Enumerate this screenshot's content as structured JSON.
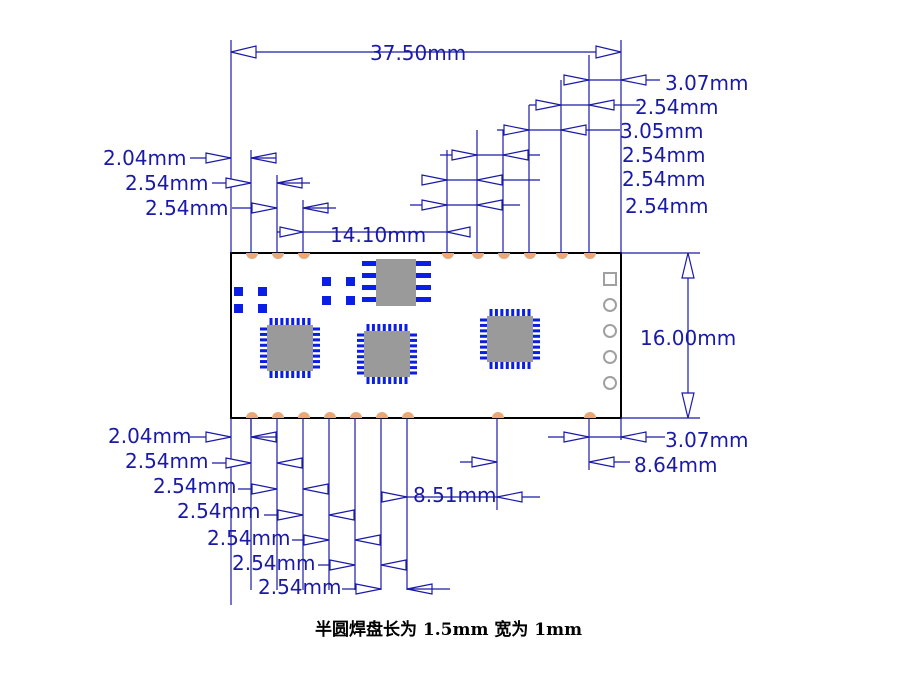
{
  "title_caption": "半圆焊盘长为 1.5mm  宽为 1mm",
  "colors": {
    "dimension": "#1a1aa6",
    "board_outline": "#000000",
    "pad_blue": "#0a1ee6",
    "pad_gold": "#e8a878",
    "chip_body": "#9a9a9a",
    "through_hole": "#a0a0a0"
  },
  "dimensions": {
    "overall_width": "37.50mm",
    "height": "16.00mm",
    "top_mid_span": "14.10mm",
    "top_left": [
      "2.04mm",
      "2.54mm",
      "2.54mm"
    ],
    "top_right": [
      "3.07mm",
      "2.54mm",
      "3.05mm",
      "2.54mm",
      "2.54mm",
      "2.54mm"
    ],
    "bottom_left": [
      "2.04mm",
      "2.54mm",
      "2.54mm",
      "2.54mm",
      "2.54mm",
      "2.54mm",
      "2.54mm"
    ],
    "bottom_mid": "8.51mm",
    "bottom_right": [
      "3.07mm",
      "8.64mm"
    ]
  }
}
